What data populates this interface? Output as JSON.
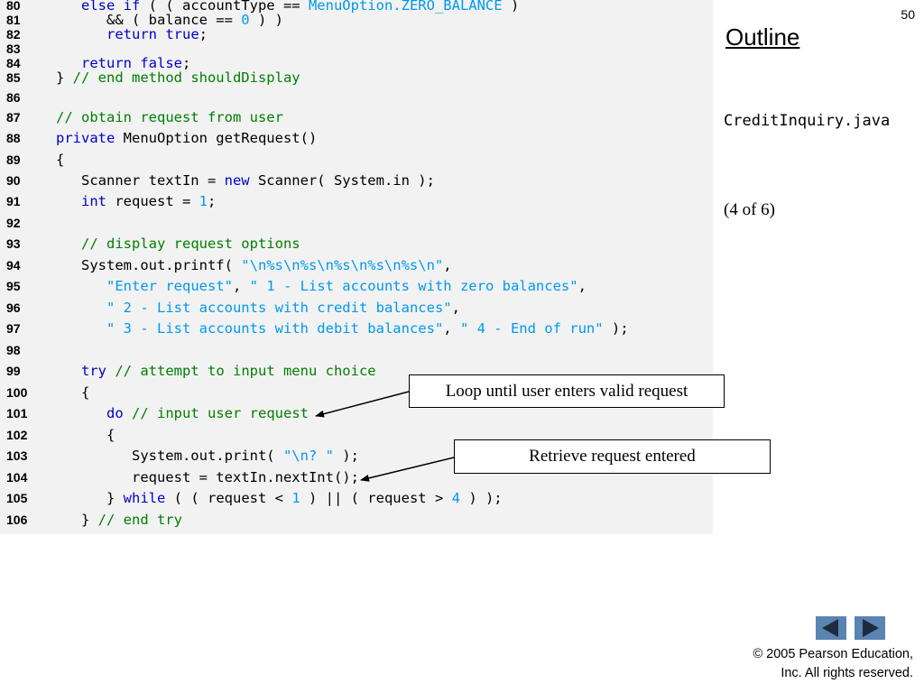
{
  "slide_number": "50",
  "sidebar": {
    "outline_label": "Outline",
    "file_name": "CreditInquiry.java",
    "progress": "(4 of 6)"
  },
  "code_lines": [
    {
      "num": "80",
      "segs": [
        [
          "n",
          "      "
        ],
        [
          "kw",
          "else if"
        ],
        [
          "n",
          " ( ( accountType == "
        ],
        [
          "str",
          "MenuOption.ZERO_BALANCE"
        ],
        [
          "n",
          " )"
        ]
      ]
    },
    {
      "num": "81",
      "segs": [
        [
          "n",
          "         && ( balance == "
        ],
        [
          "num",
          "0"
        ],
        [
          "n",
          " ) )"
        ]
      ]
    },
    {
      "num": "82",
      "segs": [
        [
          "n",
          "         "
        ],
        [
          "kw",
          "return true"
        ],
        [
          "n",
          ";"
        ]
      ]
    },
    {
      "num": "83",
      "segs": []
    },
    {
      "num": "84",
      "segs": [
        [
          "n",
          "      "
        ],
        [
          "kw",
          "return false"
        ],
        [
          "n",
          ";"
        ]
      ]
    },
    {
      "num": "85",
      "segs": [
        [
          "n",
          "   } "
        ],
        [
          "cm",
          "// end method shouldDisplay"
        ]
      ]
    },
    {
      "num": "86",
      "segs": []
    },
    {
      "num": "87",
      "segs": [
        [
          "n",
          "   "
        ],
        [
          "cm",
          "// obtain request from user"
        ]
      ]
    },
    {
      "num": "88",
      "segs": [
        [
          "n",
          "   "
        ],
        [
          "kw",
          "private"
        ],
        [
          "n",
          " MenuOption getRequest()"
        ]
      ]
    },
    {
      "num": "89",
      "segs": [
        [
          "n",
          "   {"
        ]
      ]
    },
    {
      "num": "90",
      "segs": [
        [
          "n",
          "      Scanner textIn = "
        ],
        [
          "kw",
          "new"
        ],
        [
          "n",
          " Scanner( System.in );"
        ]
      ]
    },
    {
      "num": "91",
      "segs": [
        [
          "n",
          "      "
        ],
        [
          "kw",
          "int"
        ],
        [
          "n",
          " request = "
        ],
        [
          "num",
          "1"
        ],
        [
          "n",
          ";"
        ]
      ]
    },
    {
      "num": "92",
      "segs": []
    },
    {
      "num": "93",
      "segs": [
        [
          "n",
          "      "
        ],
        [
          "cm",
          "// display request options"
        ]
      ]
    },
    {
      "num": "94",
      "segs": [
        [
          "n",
          "      System.out.printf( "
        ],
        [
          "str",
          "\"\\n%s\\n%s\\n%s\\n%s\\n%s\\n\""
        ],
        [
          "n",
          ","
        ]
      ]
    },
    {
      "num": "95",
      "segs": [
        [
          "n",
          "         "
        ],
        [
          "str",
          "\"Enter request\""
        ],
        [
          "n",
          ", "
        ],
        [
          "str",
          "\" 1 - List accounts with zero balances\""
        ],
        [
          "n",
          ","
        ]
      ]
    },
    {
      "num": "96",
      "segs": [
        [
          "n",
          "         "
        ],
        [
          "str",
          "\" 2 - List accounts with credit balances\""
        ],
        [
          "n",
          ","
        ]
      ]
    },
    {
      "num": "97",
      "segs": [
        [
          "n",
          "         "
        ],
        [
          "str",
          "\" 3 - List accounts with debit balances\""
        ],
        [
          "n",
          ", "
        ],
        [
          "str",
          "\" 4 - End of run\""
        ],
        [
          "n",
          " );"
        ]
      ]
    },
    {
      "num": "98",
      "segs": []
    },
    {
      "num": "99",
      "segs": [
        [
          "n",
          "      "
        ],
        [
          "kw",
          "try"
        ],
        [
          "n",
          " "
        ],
        [
          "cm",
          "// attempt to input menu choice"
        ]
      ]
    },
    {
      "num": "100",
      "segs": [
        [
          "n",
          "      {"
        ]
      ]
    },
    {
      "num": "101",
      "segs": [
        [
          "n",
          "         "
        ],
        [
          "kw",
          "do"
        ],
        [
          "n",
          " "
        ],
        [
          "cm",
          "// input user request"
        ]
      ]
    },
    {
      "num": "102",
      "segs": [
        [
          "n",
          "         {"
        ]
      ]
    },
    {
      "num": "103",
      "segs": [
        [
          "n",
          "            System.out.print( "
        ],
        [
          "str",
          "\"\\n? \""
        ],
        [
          "n",
          " );"
        ]
      ]
    },
    {
      "num": "104",
      "segs": [
        [
          "n",
          "            request = textIn.nextInt();"
        ]
      ]
    },
    {
      "num": "105",
      "segs": [
        [
          "n",
          "         } "
        ],
        [
          "kw",
          "while"
        ],
        [
          "n",
          " ( ( request < "
        ],
        [
          "num",
          "1"
        ],
        [
          "n",
          " ) || ( request > "
        ],
        [
          "num",
          "4"
        ],
        [
          "n",
          " ) );"
        ]
      ]
    },
    {
      "num": "106",
      "segs": [
        [
          "n",
          "      } "
        ],
        [
          "cm",
          "// end try"
        ]
      ]
    }
  ],
  "callouts": {
    "loop": "Loop until user enters valid request",
    "retrieve": "Retrieve request entered"
  },
  "nav": {
    "prev_icon": "left-triangle-icon",
    "next_icon": "right-triangle-icon",
    "color": "#5a84b1"
  },
  "copyright": {
    "line1": "© 2005 Pearson Education,",
    "line2": "Inc.  All rights reserved."
  },
  "colors": {
    "keyword": "#0000cc",
    "comment": "#008000",
    "string": "#0099ee",
    "code_background": "#f2f2f2"
  }
}
